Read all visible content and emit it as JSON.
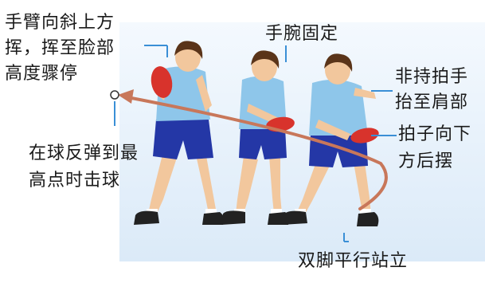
{
  "labels": {
    "arm_swing_line1": "手臂向斜上方",
    "arm_swing_line2": "挥，挥至脸部",
    "arm_swing_line3": "高度骤停",
    "wrist_fixed": "手腕固定",
    "free_hand_line1": "非持拍手",
    "free_hand_line2": "抬至肩部",
    "hit_ball_line1": "在球反弹到最",
    "hit_ball_line2": "高点时击球",
    "paddle_line1": "拍子向下",
    "paddle_line2": "方后摆",
    "feet": "双脚平行站立"
  },
  "colors": {
    "background_panel": "#e6f1fb",
    "shirt": "#8ec6ea",
    "shorts": "#2437a6",
    "skin": "#f2c79d",
    "hair": "#5a3419",
    "paddle": "#d8332c",
    "arrow": "#c8775a",
    "callout_line": "#3a8fd6"
  }
}
